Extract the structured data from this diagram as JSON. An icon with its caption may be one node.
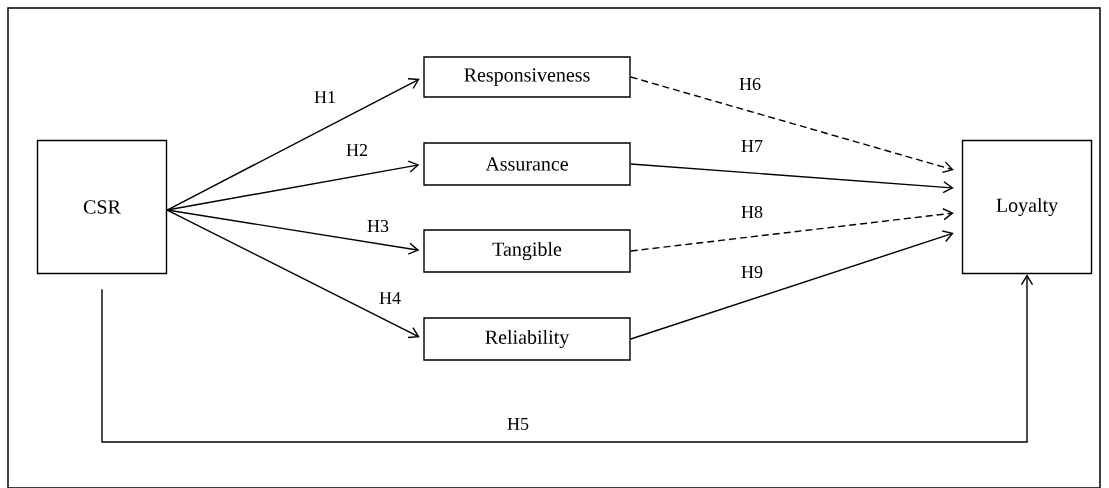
{
  "diagram": {
    "nodes": [
      {
        "text": [
          "CSR"
        ]
      },
      {
        "text": [
          "Responsiveness"
        ]
      },
      {
        "text": [
          "Assurance"
        ]
      },
      {
        "text": [
          "Tangible"
        ]
      },
      {
        "text": [
          "Reliability"
        ]
      },
      {
        "text": [
          "Loyalty"
        ]
      }
    ],
    "edges": [
      {
        "from": 0,
        "to": 1,
        "arrow": "to",
        "label": "H1"
      },
      {
        "from": 0,
        "to": 2,
        "arrow": "to",
        "label": "H2"
      },
      {
        "from": 0,
        "to": 3,
        "arrow": "to",
        "label": "H3"
      },
      {
        "from": 0,
        "to": 4,
        "arrow": "to",
        "label": "H4"
      },
      {
        "from": 0,
        "to": 5,
        "arrow": "to",
        "label": "H5"
      },
      {
        "from": 1,
        "to": 5,
        "arrow": "to",
        "label": "H6",
        "style": "dashed"
      },
      {
        "from": 2,
        "to": 5,
        "arrow": "to",
        "label": "H7"
      },
      {
        "from": 3,
        "to": 5,
        "arrow": "to",
        "label": "H8",
        "style": "dashed"
      },
      {
        "from": 4,
        "to": 5,
        "arrow": "to",
        "label": "H9"
      }
    ]
  }
}
